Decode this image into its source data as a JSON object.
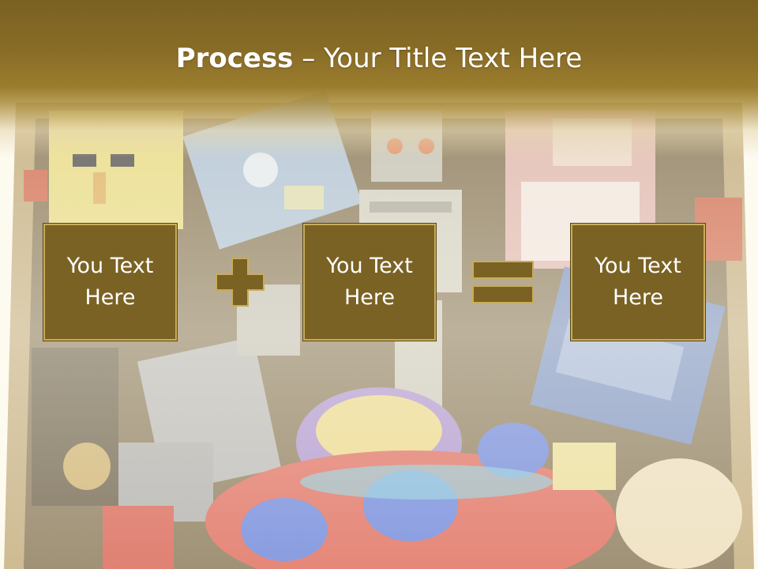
{
  "title": {
    "bold": "Process",
    "rest": " – Your Title Text Here"
  },
  "boxes": [
    {
      "label": "You Text\nHere"
    },
    {
      "label": "You Text\nHere"
    },
    {
      "label": "You Text\nHere"
    }
  ],
  "operators": {
    "first": "plus-icon",
    "second": "equals-icon"
  },
  "colors": {
    "header": "#876b26",
    "box_fill": "#7a6224",
    "box_border": "#c8ac5a",
    "operator_fill": "#7a6224"
  }
}
